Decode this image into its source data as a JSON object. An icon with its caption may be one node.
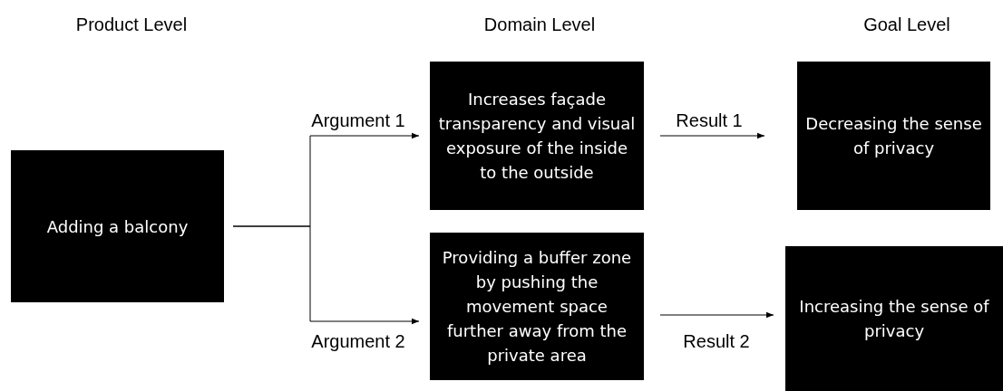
{
  "diagram": {
    "nodes": [
      {
        "text": [
          "Adding a balcony"
        ]
      },
      {
        "text": [
          "Increases façade transparency and visual exposure of the inside to the outside"
        ]
      },
      {
        "text": [
          "Providing a buffer zone by pushing the movement space further away from the private area"
        ]
      },
      {
        "text": [
          "Decreasing the sense of privacy"
        ]
      },
      {
        "text": [
          "Increasing the sense of privacy"
        ]
      }
    ],
    "edges": [
      {
        "from": 0,
        "to": 1,
        "arrow": "to",
        "label": "Argument 1"
      },
      {
        "from": 0,
        "to": 2,
        "arrow": "to",
        "label": "Argument 2"
      },
      {
        "from": 1,
        "to": 3,
        "arrow": "to",
        "label": "Result 1"
      },
      {
        "from": 2,
        "to": 4,
        "arrow": "to",
        "label": "Result 2"
      }
    ],
    "labels": [
      "Product Level",
      "Domain Level",
      "Goal Level"
    ]
  }
}
